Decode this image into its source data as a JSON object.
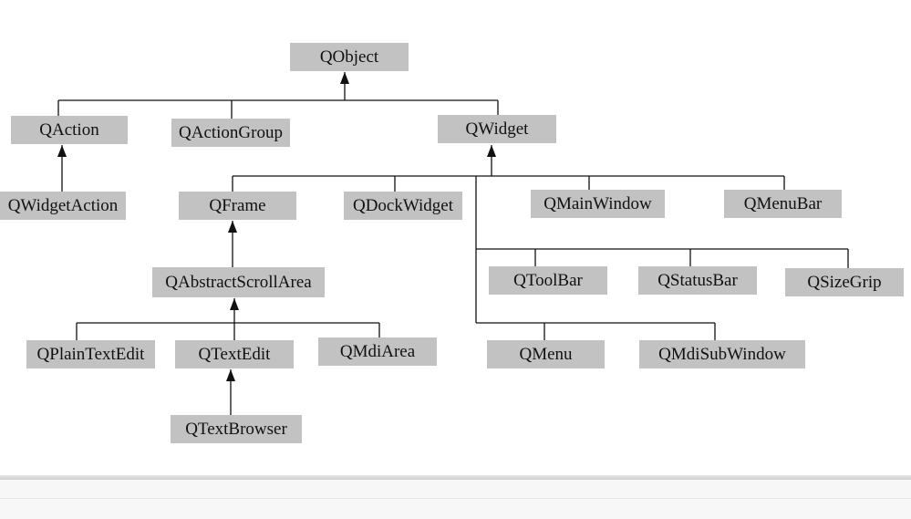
{
  "diagram": {
    "nodes": {
      "qobject": "QObject",
      "qaction": "QAction",
      "qactiongroup": "QActionGroup",
      "qwidget": "QWidget",
      "qwidgetaction": "QWidgetAction",
      "qframe": "QFrame",
      "qdockwidget": "QDockWidget",
      "qmainwindow": "QMainWindow",
      "qmenubar": "QMenuBar",
      "qabstractscrollarea": "QAbstractScrollArea",
      "qtoolbar": "QToolBar",
      "qstatusbar": "QStatusBar",
      "qsizegrip": "QSizeGrip",
      "qplaintextedit": "QPlainTextEdit",
      "qtextedit": "QTextEdit",
      "qmdiarea": "QMdiArea",
      "qmenu": "QMenu",
      "qmdisubwindow": "QMdiSubWindow",
      "qtextbrowser": "QTextBrowser"
    },
    "edges": [
      {
        "parent": "qobject",
        "child": "qaction"
      },
      {
        "parent": "qobject",
        "child": "qactiongroup"
      },
      {
        "parent": "qobject",
        "child": "qwidget"
      },
      {
        "parent": "qaction",
        "child": "qwidgetaction"
      },
      {
        "parent": "qwidget",
        "child": "qframe"
      },
      {
        "parent": "qwidget",
        "child": "qdockwidget"
      },
      {
        "parent": "qwidget",
        "child": "qmainwindow"
      },
      {
        "parent": "qwidget",
        "child": "qmenubar"
      },
      {
        "parent": "qwidget",
        "child": "qtoolbar"
      },
      {
        "parent": "qwidget",
        "child": "qstatusbar"
      },
      {
        "parent": "qwidget",
        "child": "qsizegrip"
      },
      {
        "parent": "qwidget",
        "child": "qmenu"
      },
      {
        "parent": "qwidget",
        "child": "qmdisubwindow"
      },
      {
        "parent": "qframe",
        "child": "qabstractscrollarea"
      },
      {
        "parent": "qabstractscrollarea",
        "child": "qplaintextedit"
      },
      {
        "parent": "qabstractscrollarea",
        "child": "qtextedit"
      },
      {
        "parent": "qabstractscrollarea",
        "child": "qmdiarea"
      },
      {
        "parent": "qtextedit",
        "child": "qtextbrowser"
      }
    ],
    "colors": {
      "node_fill": "#c2c2c2",
      "line": "#111111",
      "text": "#111111"
    }
  }
}
